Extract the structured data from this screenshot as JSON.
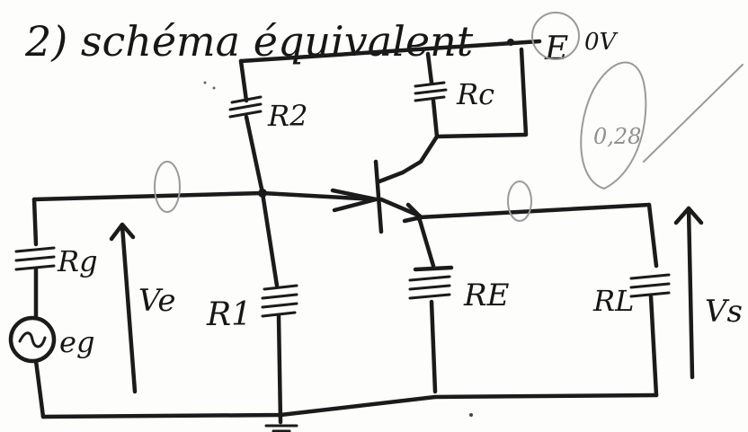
{
  "header": {
    "title": "2) schéma équivalent"
  },
  "supply": {
    "label": "E",
    "value": "0V"
  },
  "components": {
    "r2": "R2",
    "rc": "Rc",
    "rg": "Rg",
    "ve": "Ve",
    "eg": "eg",
    "r1": "R1",
    "re": "RE",
    "rl": "RL",
    "vs": "Vs"
  },
  "annotations": {
    "pencil_note": "0,28"
  },
  "colors": {
    "ink": "#1b1b1b",
    "pencil": "#9a9a9a",
    "paper": "#fdfdfb"
  }
}
